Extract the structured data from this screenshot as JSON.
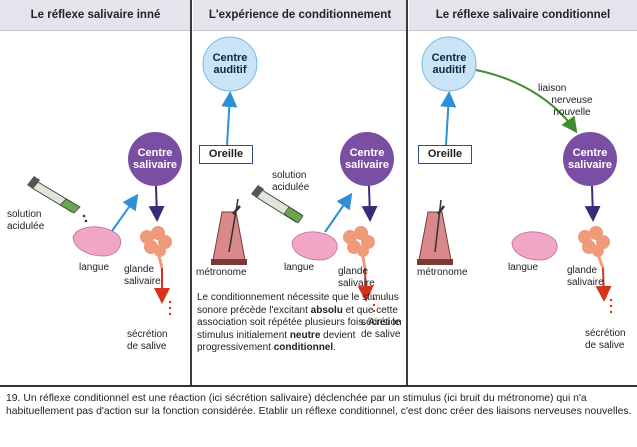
{
  "panels": [
    {
      "title": "Le réflexe salivaire inné"
    },
    {
      "title": "L'expérience de conditionnement"
    },
    {
      "title": "Le réflexe salivaire conditionnel"
    }
  ],
  "labels": {
    "centre_auditif_l1": "Centre",
    "centre_auditif_l2": "auditif",
    "centre_salivaire_l1": "Centre",
    "centre_salivaire_l2": "salivaire",
    "oreille": "Oreille",
    "solution_l1": "solution",
    "solution_l2": "acidulée",
    "langue": "langue",
    "glande_l1": "glande",
    "glande_l2": "salivaire",
    "secretion_l1": "sécrétion",
    "secretion_l2": "de salive",
    "metronome": "métronome",
    "liaison_l1": "liaison",
    "liaison_l2": "nerveuse",
    "liaison_l3": "nouvelle"
  },
  "note": {
    "p1": "Le conditionnement nécessite que le stimulus sonore précède l'excitant ",
    "absolu": "absolu",
    "p2": " et que cette association soit répétée plusieurs fois. Ainsi le stimulus initialement ",
    "neutre": "neutre",
    "p3": " devient progressivement ",
    "conditionnel": "conditionnel",
    "p4": "."
  },
  "caption": "19. Un réflexe conditionnel est une réaction (ici sécrétion salivaire) déclenchée par un stimulus (ici bruit du métronome) qui n'a habituellement pas d'action sur la fonction considérée. Etablir un réflexe conditionnel, c'est donc créer des liaisons nerveuses nouvelles.",
  "colors": {
    "header": "#e7e3ec",
    "centre_auditif": "#c9e4f6",
    "centre_salivaire": "#7a4fa3",
    "tongue": "#f2a6c6",
    "gland": "#ef9a78",
    "arrow_blue": "#2f8fd6",
    "arrow_purple": "#3a2a78",
    "arrow_red": "#d8321c",
    "arrow_green": "#3f8d2c"
  }
}
